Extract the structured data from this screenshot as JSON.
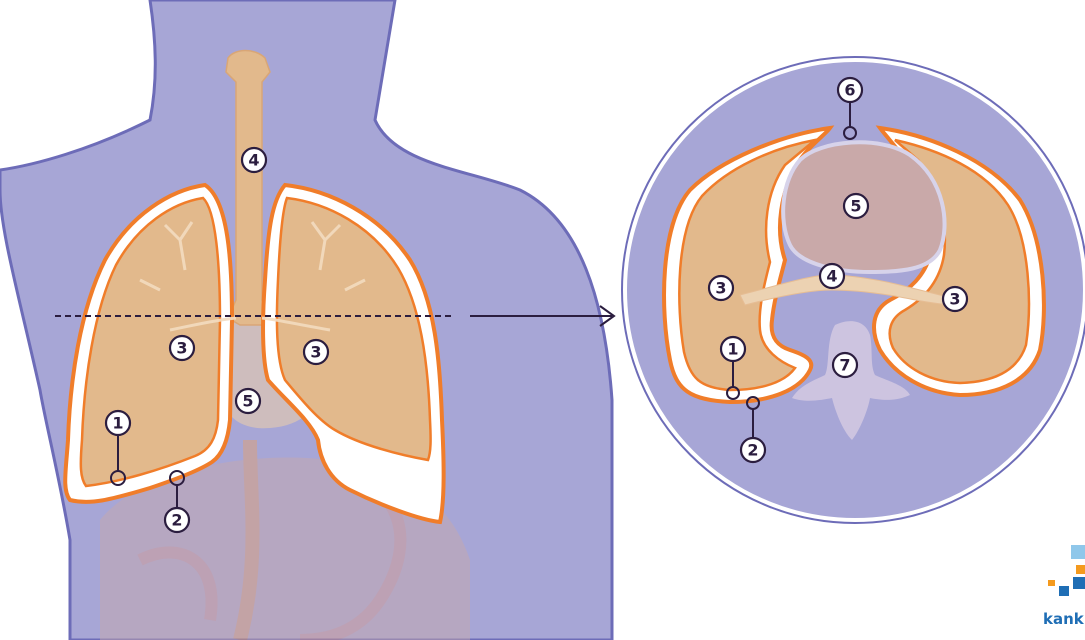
{
  "labels": {
    "one": "1",
    "two": "2",
    "three": "3",
    "four": "4",
    "five": "5",
    "six": "6",
    "seven": "7"
  },
  "logo": {
    "text": "kank"
  },
  "colors": {
    "body": "#a7a6d6",
    "body_outline": "#6d6cb8",
    "lung": "#e2b98c",
    "pleura": "#f07d2a",
    "pleural_space": "#ffffff",
    "organs": "#c9a9a9",
    "text": "#2b1d3f",
    "logo_blue": "#1f6eb5",
    "logo_orange": "#f49a1e",
    "logo_light": "#8fc7ea"
  }
}
